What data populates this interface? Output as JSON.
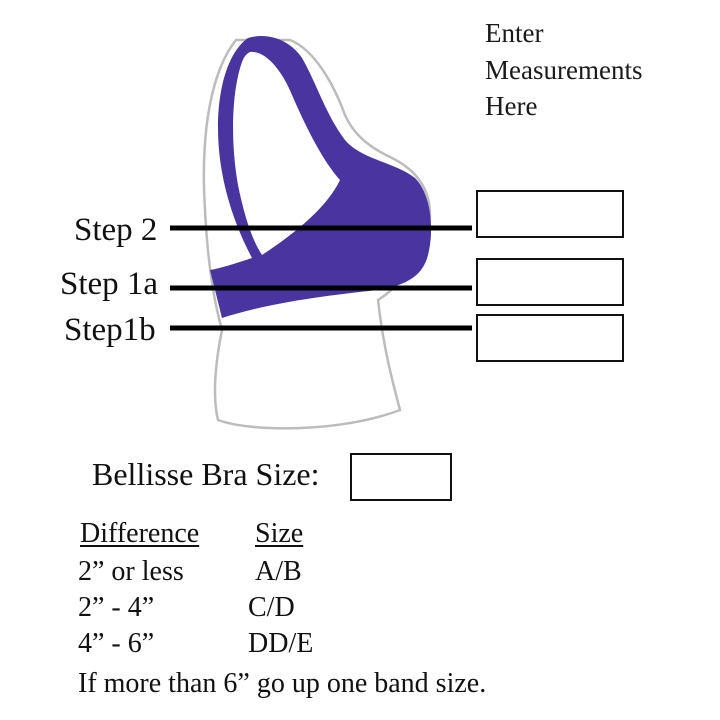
{
  "header": {
    "line1": "Enter",
    "line2": "Measurements",
    "line3": "Here"
  },
  "steps": [
    {
      "label": "Step 2"
    },
    {
      "label": "Step 1a"
    },
    {
      "label": "Step1b"
    }
  ],
  "size_result": {
    "label": "Bellisse Bra Size:"
  },
  "table": {
    "headers": {
      "difference": "Difference",
      "size": "Size"
    },
    "rows": [
      {
        "difference": "2” or less",
        "size": "A/B"
      },
      {
        "difference": "2” - 4”",
        "size": "C/D"
      },
      {
        "difference": "4” - 6”",
        "size": "DD/E"
      }
    ],
    "note": "If more than 6” go up one band size."
  },
  "colors": {
    "bra": "#4a35a0",
    "mannequin_outline": "#bcbcbc",
    "lines": "#000000"
  }
}
